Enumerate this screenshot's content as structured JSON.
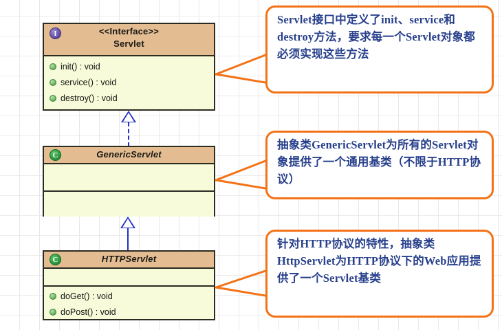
{
  "diagram": {
    "title": "Servlet API class hierarchy",
    "colors": {
      "header_fill": "#e3bc92",
      "body_fill": "#f7fbd9",
      "border": "#2b2b22",
      "connector": "#2030c8",
      "callout_border": "#f37216",
      "callout_text": "#28408c",
      "grid": "#e8e8e8"
    },
    "classes": [
      {
        "id": "servlet",
        "stereotype": "<<Interface>>",
        "name": "Servlet",
        "icon": "interface-icon",
        "icon_letter": "I",
        "abstract": false,
        "members": [
          {
            "visibility": "public",
            "signature": "init() : void"
          },
          {
            "visibility": "public",
            "signature": "service() : void"
          },
          {
            "visibility": "public",
            "signature": "destroy() : void"
          }
        ]
      },
      {
        "id": "genericservlet",
        "stereotype": "",
        "name": "GenericServlet",
        "icon": "class-icon",
        "icon_letter": "C",
        "abstract": true,
        "members": []
      },
      {
        "id": "httpservlet",
        "stereotype": "",
        "name": "HTTPServlet",
        "icon": "class-icon",
        "icon_letter": "C",
        "abstract": true,
        "members": [
          {
            "visibility": "public",
            "signature": "doGet() : void"
          },
          {
            "visibility": "public",
            "signature": "doPost() : void"
          }
        ]
      }
    ],
    "relations": [
      {
        "id": "realization",
        "from": "genericservlet",
        "to": "servlet",
        "type": "realization",
        "style": "dashed",
        "arrow": "hollow-triangle"
      },
      {
        "id": "generalization",
        "from": "httpservlet",
        "to": "genericservlet",
        "type": "generalization",
        "style": "solid",
        "arrow": "hollow-triangle"
      }
    ],
    "callouts": [
      {
        "id": "callout-servlet",
        "target": "servlet",
        "text": "Servlet接口中定义了init、service和destroy方法，要求每一个Servlet对象都必须实现这些方法"
      },
      {
        "id": "callout-genericservlet",
        "target": "genericservlet",
        "text": "抽象类GenericServlet为所有的Servlet对象提供了一个通用基类（不限于HTTP协议）"
      },
      {
        "id": "callout-httpservlet",
        "target": "httpservlet",
        "text": "针对HTTP协议的特性，抽象类HttpServlet为HTTP协议下的Web应用提供了一个Servlet基类"
      }
    ]
  }
}
